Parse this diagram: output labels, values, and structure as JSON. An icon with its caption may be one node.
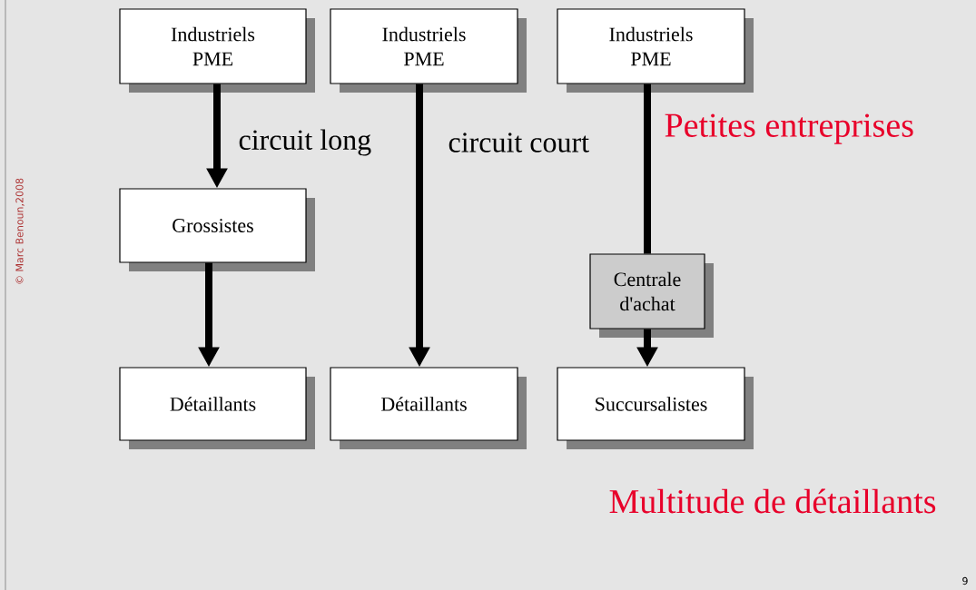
{
  "diagram": {
    "nodes": [
      {
        "text": [
          "Industriels PME"
        ]
      },
      {
        "text": [
          "Industriels PME"
        ]
      },
      {
        "text": [
          "Industriels PME"
        ]
      },
      {
        "text": [
          "Grossistes"
        ]
      },
      {
        "text": [
          "Centrale d'achat"
        ]
      },
      {
        "text": [
          "Détaillants"
        ]
      },
      {
        "text": [
          "Détaillants"
        ]
      },
      {
        "text": [
          "Succursalistes"
        ]
      }
    ],
    "edges": [
      {
        "from": 0,
        "to": 3,
        "arrow": "to",
        "label": "circuit long"
      },
      {
        "from": 3,
        "to": 5,
        "arrow": "to"
      },
      {
        "from": 1,
        "to": 6,
        "arrow": "to",
        "label": "circuit court"
      },
      {
        "from": 2,
        "to": 4,
        "arrow": "none"
      },
      {
        "from": 4,
        "to": 7,
        "arrow": "to"
      }
    ],
    "labels": [
      "© Marc Benoun,2008",
      "Petites entreprises",
      "Multitude de détaillants",
      "9"
    ]
  }
}
